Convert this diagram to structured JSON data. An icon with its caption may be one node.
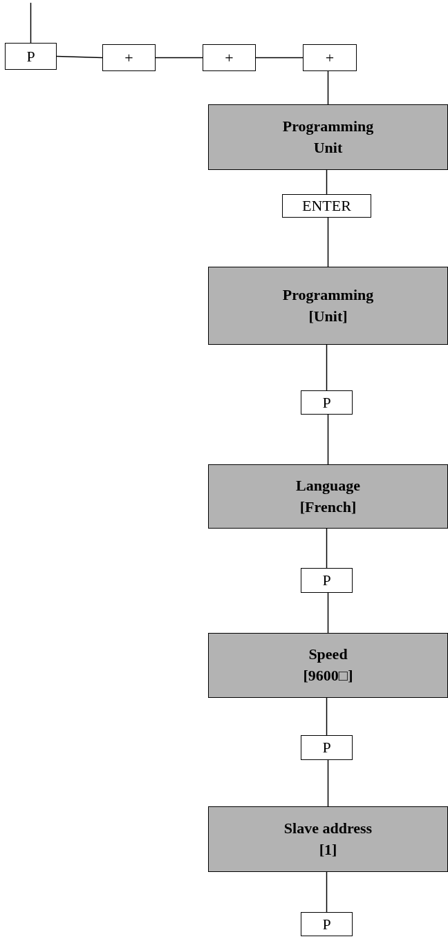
{
  "diagram": {
    "nodes": [
      {
        "text": [
          "P"
        ]
      },
      {
        "text": [
          "+"
        ]
      },
      {
        "text": [
          "+"
        ]
      },
      {
        "text": [
          "+"
        ]
      },
      {
        "text": [
          "Programming",
          "Unit"
        ]
      },
      {
        "text": [
          "ENTER"
        ]
      },
      {
        "text": [
          "Programming",
          "[Unit]"
        ]
      },
      {
        "text": [
          "P"
        ]
      },
      {
        "text": [
          "Language",
          "[French]"
        ]
      },
      {
        "text": [
          "P"
        ]
      },
      {
        "text": [
          "Speed",
          "[9600□]"
        ]
      },
      {
        "text": [
          "P"
        ]
      },
      {
        "text": [
          "Slave address",
          "[1]"
        ]
      },
      {
        "text": [
          "P"
        ]
      }
    ],
    "edges": [
      {
        "from": null,
        "to": 0,
        "arrow": "none"
      },
      {
        "from": 0,
        "to": 1,
        "arrow": "none"
      },
      {
        "from": 1,
        "to": 2,
        "arrow": "none"
      },
      {
        "from": 2,
        "to": 3,
        "arrow": "none"
      },
      {
        "from": 3,
        "to": 4,
        "arrow": "none"
      },
      {
        "from": 4,
        "to": 5,
        "arrow": "none"
      },
      {
        "from": 5,
        "to": 6,
        "arrow": "none"
      },
      {
        "from": 6,
        "to": 7,
        "arrow": "none"
      },
      {
        "from": 7,
        "to": 8,
        "arrow": "none"
      },
      {
        "from": 8,
        "to": 9,
        "arrow": "none"
      },
      {
        "from": 9,
        "to": 10,
        "arrow": "none"
      },
      {
        "from": 10,
        "to": 11,
        "arrow": "none"
      },
      {
        "from": 11,
        "to": 12,
        "arrow": "none"
      },
      {
        "from": 12,
        "to": 13,
        "arrow": "none"
      }
    ]
  }
}
